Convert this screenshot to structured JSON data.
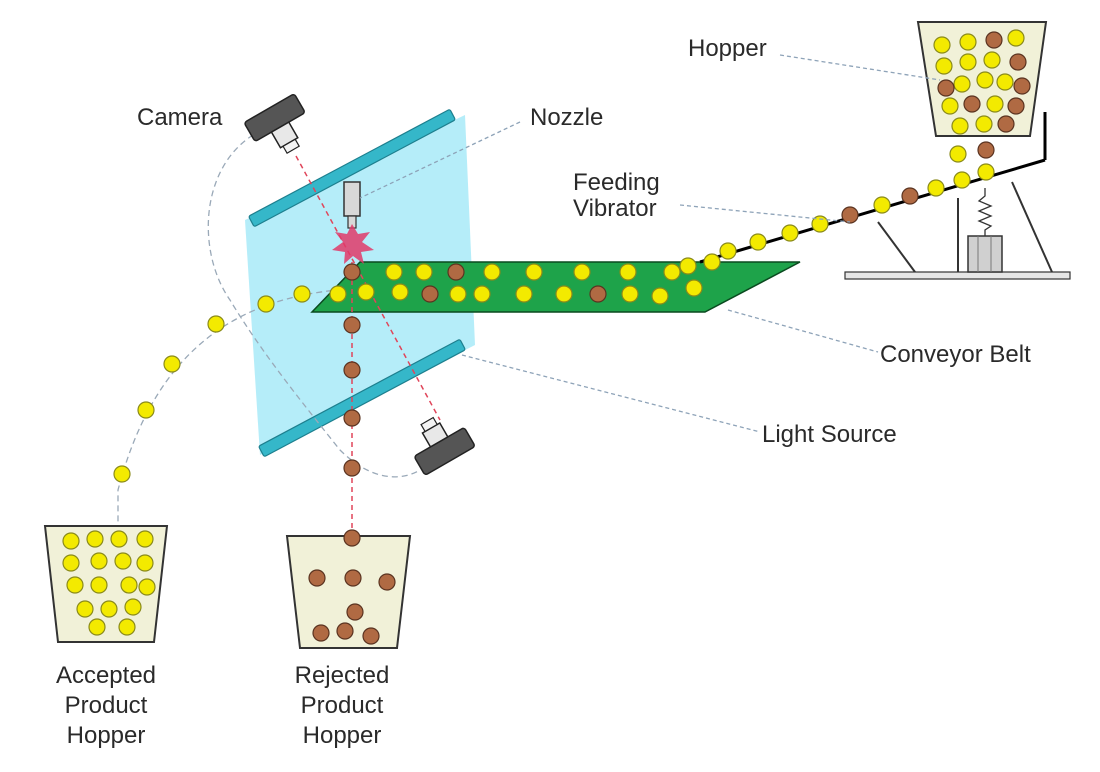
{
  "labels": {
    "hopper": "Hopper",
    "camera": "Camera",
    "nozzle": "Nozzle",
    "feeding_vibrator": [
      "Feeding",
      "Vibrator"
    ],
    "conveyor_belt": "Conveyor Belt",
    "light_source": "Light Source",
    "accepted_hopper": [
      "Accepted",
      "Product",
      "Hopper"
    ],
    "rejected_hopper": [
      "Rejected",
      "Product",
      "Hopper"
    ]
  },
  "colors": {
    "accepted_product": "#f3ea00",
    "rejected_product": "#b06a43",
    "conveyor": "#1ea34a",
    "light_panel": "#a8eaf8",
    "panel_frame": "#35b7c9",
    "laser": "#e0455a"
  },
  "icons": {
    "camera": "camera-icon",
    "nozzle": "nozzle-icon",
    "spark": "air-jet-burst-icon",
    "spring": "spring-icon"
  }
}
